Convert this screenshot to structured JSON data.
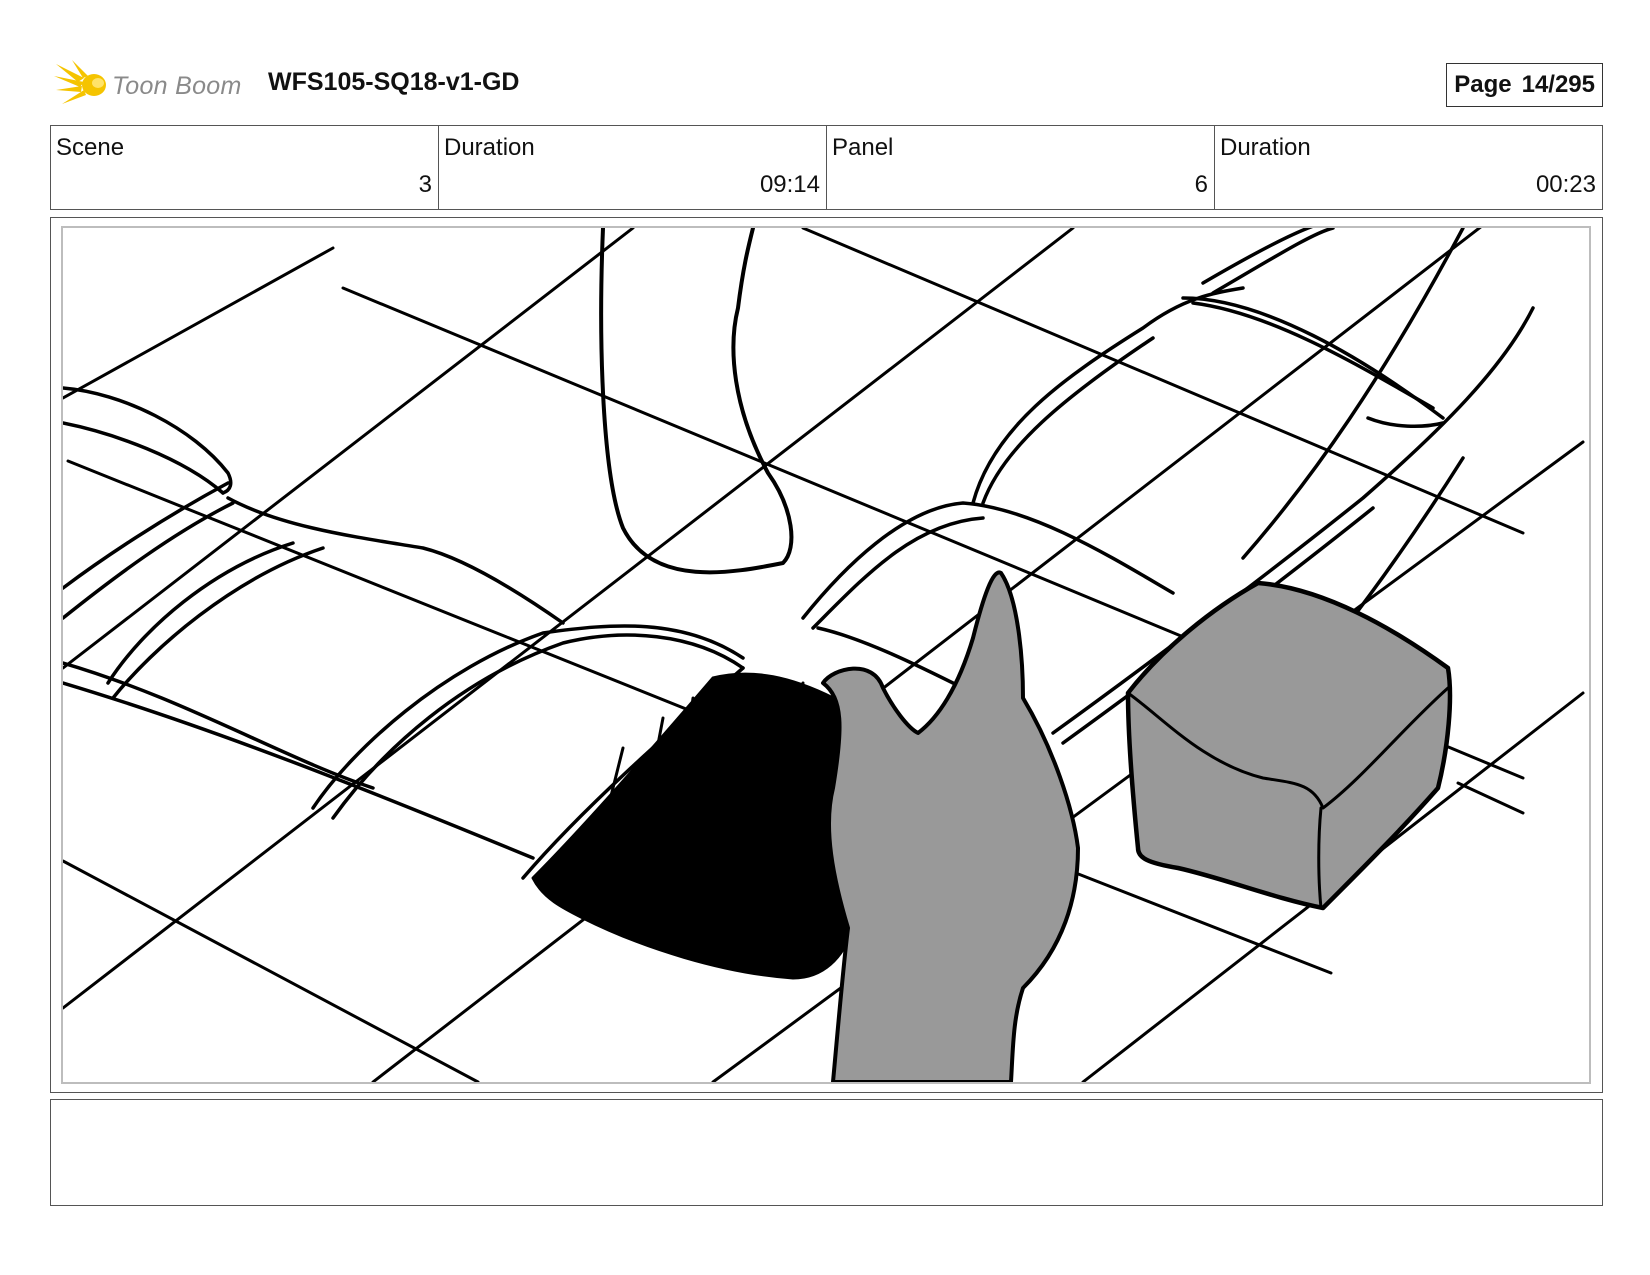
{
  "header": {
    "logo_text": "Toon Boom",
    "project_title": "WFS105-SQ18-v1-GD",
    "page_label": "Page",
    "page_number": "14/295"
  },
  "info": {
    "scene_label": "Scene",
    "scene_value": "3",
    "scene_duration_label": "Duration",
    "scene_duration_value": "09:14",
    "panel_label": "Panel",
    "panel_value": "6",
    "panel_duration_label": "Duration",
    "panel_duration_value": "00:23"
  },
  "caption": {
    "text": ""
  },
  "colors": {
    "logo_accent": "#f5c400",
    "shading_gray": "#999999",
    "ink": "#000000"
  }
}
